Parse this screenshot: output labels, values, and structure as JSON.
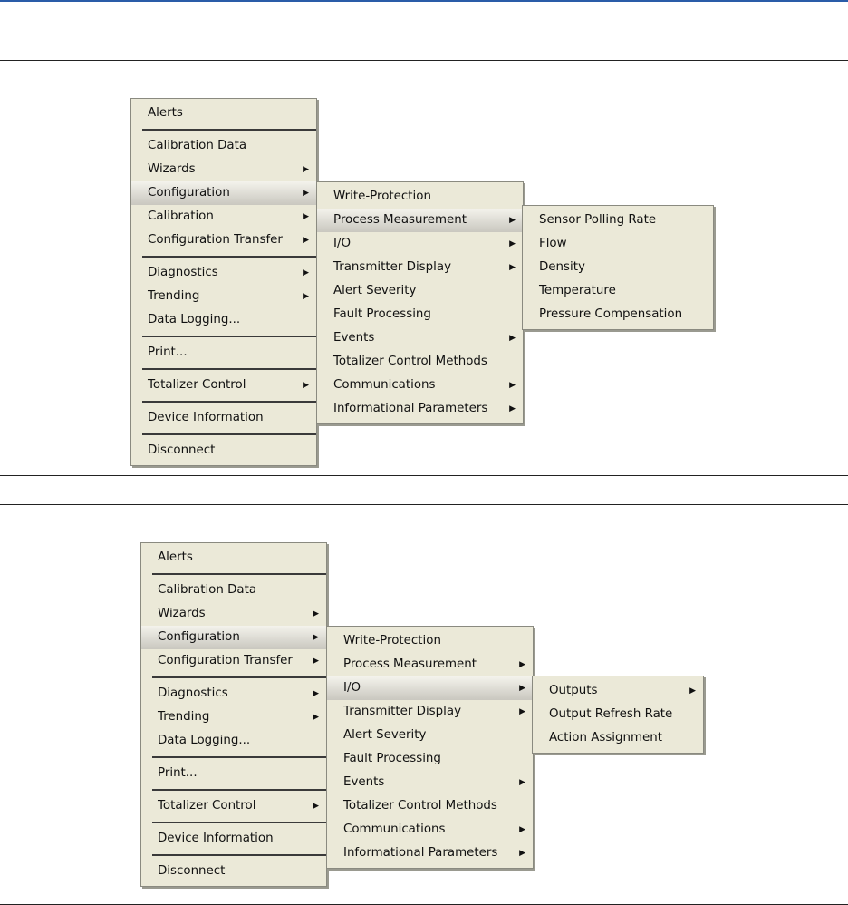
{
  "figures": [
    {
      "main_menu": [
        {
          "label": "Alerts"
        },
        {
          "sep": true
        },
        {
          "label": "Calibration Data"
        },
        {
          "label": "Wizards",
          "sub": true
        },
        {
          "label": "Configuration",
          "sub": true,
          "hl": true
        },
        {
          "label": "Calibration",
          "sub": true
        },
        {
          "label": "Configuration Transfer",
          "sub": true
        },
        {
          "sep": true
        },
        {
          "label": "Diagnostics",
          "sub": true
        },
        {
          "label": "Trending",
          "sub": true
        },
        {
          "label": "Data Logging..."
        },
        {
          "sep": true
        },
        {
          "label": "Print..."
        },
        {
          "sep": true
        },
        {
          "label": "Totalizer Control",
          "sub": true
        },
        {
          "sep": true
        },
        {
          "label": "Device Information"
        },
        {
          "sep": true
        },
        {
          "label": "Disconnect"
        }
      ],
      "submenu": [
        {
          "label": "Write-Protection"
        },
        {
          "label": "Process Measurement",
          "sub": true,
          "hl": true
        },
        {
          "label": "I/O",
          "sub": true
        },
        {
          "label": "Transmitter Display",
          "sub": true
        },
        {
          "label": "Alert Severity"
        },
        {
          "label": "Fault Processing"
        },
        {
          "label": "Events",
          "sub": true
        },
        {
          "label": "Totalizer Control Methods"
        },
        {
          "label": "Communications",
          "sub": true
        },
        {
          "label": "Informational Parameters",
          "sub": true
        }
      ],
      "subsubmenu": [
        {
          "label": "Sensor Polling Rate"
        },
        {
          "label": "Flow"
        },
        {
          "label": "Density"
        },
        {
          "label": "Temperature"
        },
        {
          "label": "Pressure Compensation"
        }
      ]
    },
    {
      "main_menu": [
        {
          "label": "Alerts"
        },
        {
          "sep": true
        },
        {
          "label": "Calibration Data"
        },
        {
          "label": "Wizards",
          "sub": true
        },
        {
          "label": "Configuration",
          "sub": true,
          "hl": true
        },
        {
          "label": "Configuration Transfer",
          "sub": true
        },
        {
          "sep": true
        },
        {
          "label": "Diagnostics",
          "sub": true
        },
        {
          "label": "Trending",
          "sub": true
        },
        {
          "label": "Data Logging..."
        },
        {
          "sep": true
        },
        {
          "label": "Print..."
        },
        {
          "sep": true
        },
        {
          "label": "Totalizer Control",
          "sub": true
        },
        {
          "sep": true
        },
        {
          "label": "Device Information"
        },
        {
          "sep": true
        },
        {
          "label": "Disconnect"
        }
      ],
      "submenu": [
        {
          "label": "Write-Protection"
        },
        {
          "label": "Process Measurement",
          "sub": true
        },
        {
          "label": "I/O",
          "sub": true,
          "hl": true
        },
        {
          "label": "Transmitter Display",
          "sub": true
        },
        {
          "label": "Alert Severity"
        },
        {
          "label": "Fault Processing"
        },
        {
          "label": "Events",
          "sub": true
        },
        {
          "label": "Totalizer Control Methods"
        },
        {
          "label": "Communications",
          "sub": true
        },
        {
          "label": "Informational Parameters",
          "sub": true
        }
      ],
      "subsubmenu": [
        {
          "label": "Outputs",
          "sub": true
        },
        {
          "label": "Output Refresh Rate"
        },
        {
          "label": "Action Assignment"
        }
      ]
    }
  ]
}
